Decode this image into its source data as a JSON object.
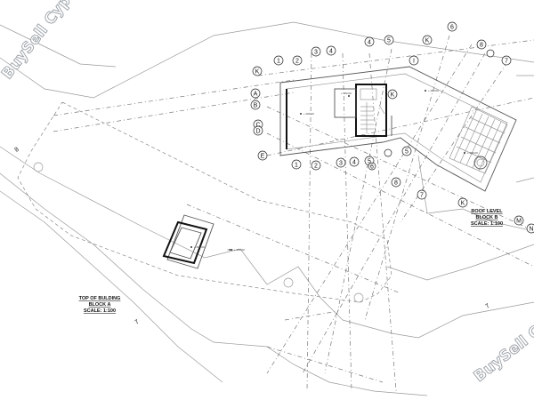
{
  "drawing": {
    "block_a_title": [
      "TOP OF BULDING",
      "BLOCK A",
      "SCALE: 1:100"
    ],
    "block_b_title": [
      "ROOF LEVEL",
      "BLOCK B",
      "SCALE: 1:100"
    ],
    "watermark": "BuySell Cyprus",
    "grid_top": [
      "1",
      "2",
      "3",
      "4",
      "4",
      "5",
      "6"
    ],
    "grid_right": [
      "8",
      "7"
    ],
    "grid_bottom": [
      "1",
      "2",
      "3",
      "4",
      "5",
      "6",
      "5",
      "7",
      "8"
    ],
    "grid_left": [
      "K",
      "A",
      "B",
      "C",
      "D",
      "E"
    ],
    "grid_misc": {
      "k_top": "K",
      "k_mid": "K",
      "k_bottom": "K",
      "i": "I",
      "m": "M",
      "n": "N",
      "eight_low": "8",
      "seven_low": "7"
    },
    "level_labels": [
      "+ 000.00",
      "+ 000.00",
      "+ 000.00",
      "+ 000.00",
      "+ 000.00",
      "+ 000.00"
    ]
  }
}
